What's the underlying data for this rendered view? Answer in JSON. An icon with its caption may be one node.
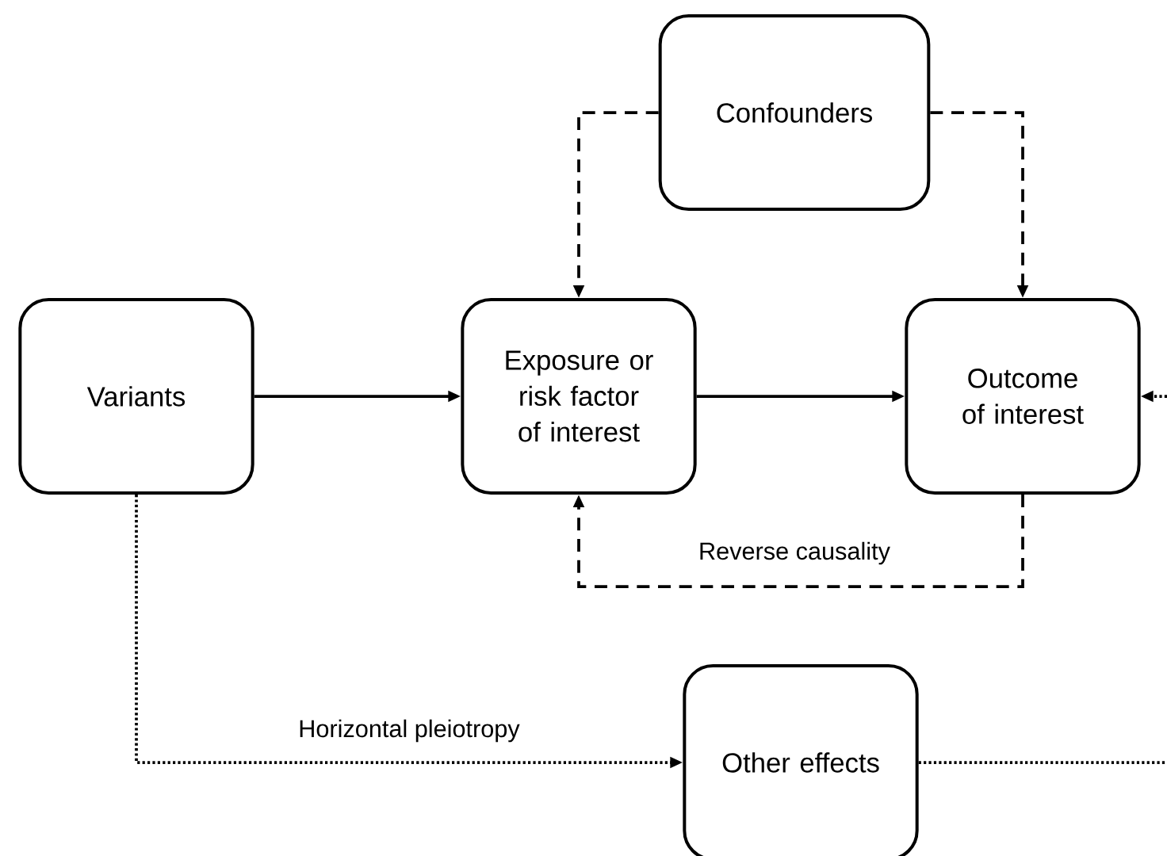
{
  "diagram": {
    "nodes": [
      {
        "text": [
          "Confounders"
        ]
      },
      {
        "text": [
          "Variants"
        ]
      },
      {
        "text": [
          "Exposure or risk factor of interest"
        ]
      },
      {
        "text": [
          "Outcome of interest"
        ]
      },
      {
        "text": [
          "Other effects"
        ]
      }
    ],
    "edges": [
      {
        "from": 1,
        "to": 2,
        "arrow": "to"
      },
      {
        "from": 2,
        "to": 3,
        "arrow": "to"
      },
      {
        "from": 0,
        "to": 2,
        "arrow": "to",
        "style": "dashed"
      },
      {
        "from": 0,
        "to": 3,
        "arrow": "to",
        "style": "dashed"
      },
      {
        "from": 3,
        "to": 2,
        "arrow": "to",
        "style": "dashed",
        "label": "Reverse causality"
      },
      {
        "from": 1,
        "to": 4,
        "arrow": "to",
        "style": "dashed",
        "label": "Horizontal pleiotropy"
      },
      {
        "from": 4,
        "to": null,
        "arrow": "none",
        "style": "dashed"
      },
      {
        "from": null,
        "to": 3,
        "arrow": "to",
        "style": "dashed"
      }
    ]
  }
}
